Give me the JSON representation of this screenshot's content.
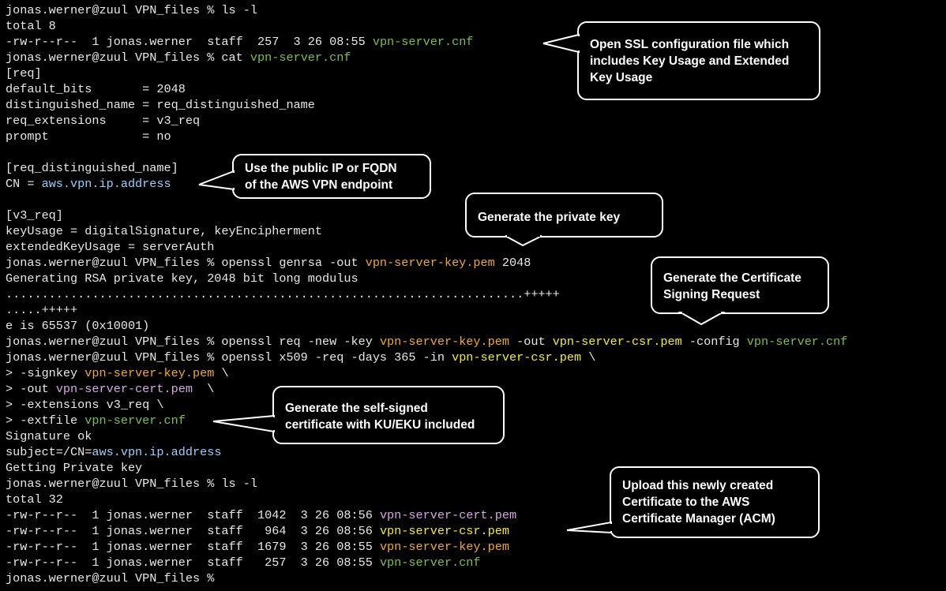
{
  "terminal": {
    "lines": [
      [
        {
          "t": "jonas.werner@zuul VPN_files % ls -l"
        }
      ],
      [
        {
          "t": "total 8"
        }
      ],
      [
        {
          "t": "-rw-r--r--  1 jonas.werner  staff  257  3 26 08:55 "
        },
        {
          "t": "vpn-server.cnf",
          "c": "green"
        }
      ],
      [
        {
          "t": "jonas.werner@zuul VPN_files % cat "
        },
        {
          "t": "vpn-server.cnf",
          "c": "green"
        }
      ],
      [
        {
          "t": "[req]"
        }
      ],
      [
        {
          "t": "default_bits       = 2048"
        }
      ],
      [
        {
          "t": "distinguished_name = req_distinguished_name"
        }
      ],
      [
        {
          "t": "req_extensions     = v3_req"
        }
      ],
      [
        {
          "t": "prompt             = no"
        }
      ],
      [
        {
          "t": ""
        }
      ],
      [
        {
          "t": "[req_distinguished_name]"
        }
      ],
      [
        {
          "t": "CN = "
        },
        {
          "t": "aws.vpn.ip.address",
          "c": "blue"
        }
      ],
      [
        {
          "t": ""
        }
      ],
      [
        {
          "t": "[v3_req]"
        }
      ],
      [
        {
          "t": "keyUsage = digitalSignature, keyEncipherment"
        }
      ],
      [
        {
          "t": "extendedKeyUsage = serverAuth"
        }
      ],
      [
        {
          "t": "jonas.werner@zuul VPN_files % openssl genrsa -out "
        },
        {
          "t": "vpn-server-key.pem",
          "c": "orange"
        },
        {
          "t": " 2048"
        }
      ],
      [
        {
          "t": "Generating RSA private key, 2048 bit long modulus"
        }
      ],
      [
        {
          "t": "........................................................................+++++"
        }
      ],
      [
        {
          "t": ".....+++++"
        }
      ],
      [
        {
          "t": "e is 65537 (0x10001)"
        }
      ],
      [
        {
          "t": "jonas.werner@zuul VPN_files % openssl req -new -key "
        },
        {
          "t": "vpn-server-key.pem",
          "c": "orange"
        },
        {
          "t": " -out "
        },
        {
          "t": "vpn-server-csr.pem",
          "c": "yellow"
        },
        {
          "t": " -config "
        },
        {
          "t": "vpn-server.cnf",
          "c": "green"
        }
      ],
      [
        {
          "t": "jonas.werner@zuul VPN_files % openssl x509 -req -days 365 -in "
        },
        {
          "t": "vpn-server-csr.pem",
          "c": "yellow"
        },
        {
          "t": " \\"
        }
      ],
      [
        {
          "t": "> -signkey "
        },
        {
          "t": "vpn-server-key.pem",
          "c": "orange"
        },
        {
          "t": " \\"
        }
      ],
      [
        {
          "t": "> -out "
        },
        {
          "t": "vpn-server-cert.pem",
          "c": "pink"
        },
        {
          "t": "  \\"
        }
      ],
      [
        {
          "t": "> -extensions v3_req \\"
        }
      ],
      [
        {
          "t": "> -extfile "
        },
        {
          "t": "vpn-server.cnf",
          "c": "green"
        }
      ],
      [
        {
          "t": "Signature ok"
        }
      ],
      [
        {
          "t": "subject=/CN="
        },
        {
          "t": "aws.vpn.ip.address",
          "c": "blue"
        }
      ],
      [
        {
          "t": "Getting Private key"
        }
      ],
      [
        {
          "t": "jonas.werner@zuul VPN_files % ls -l"
        }
      ],
      [
        {
          "t": "total 32"
        }
      ],
      [
        {
          "t": "-rw-r--r--  1 jonas.werner  staff  1042  3 26 08:56 "
        },
        {
          "t": "vpn-server-cert.pem",
          "c": "pink"
        }
      ],
      [
        {
          "t": "-rw-r--r--  1 jonas.werner  staff   964  3 26 08:56 "
        },
        {
          "t": "vpn-server-csr.pem",
          "c": "yellow"
        }
      ],
      [
        {
          "t": "-rw-r--r--  1 jonas.werner  staff  1679  3 26 08:55 "
        },
        {
          "t": "vpn-server-key.pem",
          "c": "orange"
        }
      ],
      [
        {
          "t": "-rw-r--r--  1 jonas.werner  staff   257  3 26 08:55 "
        },
        {
          "t": "vpn-server.cnf",
          "c": "green"
        }
      ],
      [
        {
          "t": "jonas.werner@zuul VPN_files % "
        }
      ]
    ]
  },
  "colors": {
    "green": "#7fbf4d",
    "orange": "#f0a830",
    "yellow": "#f4ec3a",
    "pink": "#d9a6e8",
    "blue": "#9ad0ff"
  },
  "callouts": {
    "config_file": "Open SSL configuration file which\nincludes Key Usage and Extended\nKey Usage",
    "public_ip": "Use the public IP or FQDN\nof the AWS VPN endpoint",
    "private_key": "Generate the private key",
    "csr": "Generate the Certificate\nSigning Request",
    "self_signed": "Generate the self-signed\ncertificate with KU/EKU included",
    "upload": "Upload this newly created\nCertificate to the AWS\nCertificate  Manager (ACM)"
  }
}
